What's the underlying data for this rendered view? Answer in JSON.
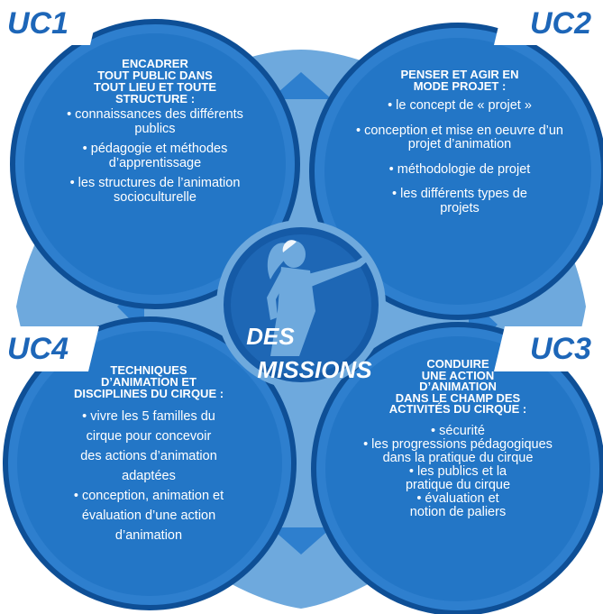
{
  "colors": {
    "background_diamond": "#6ea9dd",
    "circle_outer": "#2e7fce",
    "circle_inner": "#1c6fbf",
    "circle_ring": "#0e4f96",
    "center_disc": "#155aa6",
    "tag_text": "#1d66b8",
    "white": "#ffffff"
  },
  "center": {
    "word1": "DES",
    "word2": "MISSIONS",
    "figure_icon": "woman-pointing-icon"
  },
  "uc1": {
    "tag": "UC1",
    "title": [
      "ENCADRER",
      "TOUT PUBLIC DANS",
      "TOUT LIEU ET TOUTE",
      "STRUCTURE :"
    ],
    "items": [
      "• connaissances des différents publics",
      "• pédagogie et méthodes d’apprentissage",
      "• les structures de l’animation socioculturelle"
    ]
  },
  "uc2": {
    "tag": "UC2",
    "title": [
      "PENSER ET AGIR EN",
      "MODE PROJET :"
    ],
    "items": [
      "• le concept de « projet »",
      "• conception et mise en oeuvre d’un projet d’animation",
      "• méthodologie de projet",
      "• les différents types de projets"
    ]
  },
  "uc3": {
    "tag": "UC3",
    "title": [
      "CONDUIRE",
      "UNE ACTION",
      "D’ANIMATION",
      "DANS LE CHAMP DES",
      "ACTIVITÉS DU CIRQUE :"
    ],
    "items": [
      "• sécurité",
      "• les progressions pédagogiques dans la pratique du cirque",
      "• les publics et la pratique du cirque",
      "• évaluation et notion de paliers"
    ]
  },
  "uc4": {
    "tag": "UC4",
    "title": [
      "TECHNIQUES",
      "D’ANIMATION ET",
      "DISCIPLINES DU CIRQUE :"
    ],
    "items": [
      "• vivre les 5 familles du cirque pour concevoir des actions d’animation adaptées",
      "• conception, animation et évaluation d’une action d’animation"
    ]
  }
}
